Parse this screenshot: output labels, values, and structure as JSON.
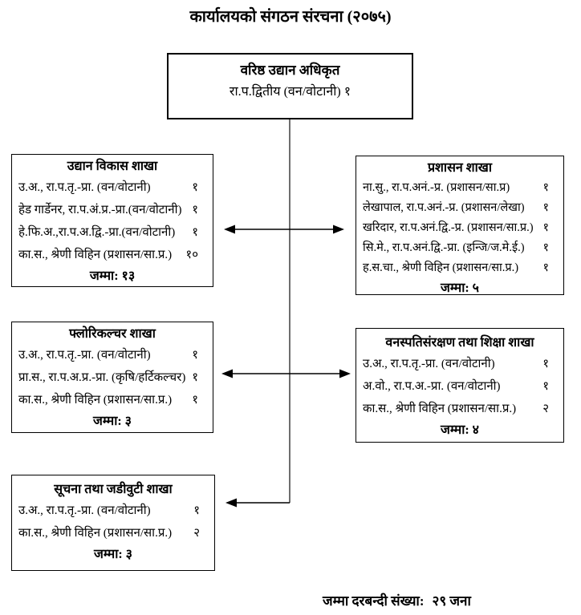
{
  "page": {
    "title": "कार्यालयको संगठन संरचना (२०७५)"
  },
  "root_box": {
    "title": "वरिष्ठ उद्यान अधिकृत",
    "detail": "रा.प.द्वितीय  (वन/वोटानी)  १"
  },
  "branches": [
    {
      "title": "उद्यान विकास शाखा",
      "rows": [
        {
          "label": "उ.अ.,  रा.प.तृ.-प्रा.  (वन/वोटानी)",
          "count": "१"
        },
        {
          "label": "हेड गार्डेनर, रा.प.अं.प्र.-प्रा.(वन/वोटानी)",
          "count": "१"
        },
        {
          "label": "हे.फि.अ.,रा.प.अ.द्वि.-प्रा.(वन/वोटानी)",
          "count": "१"
        },
        {
          "label": "का.स., श्रेणी विहिन (प्रशासन/सा.प्र.)",
          "count": "१०"
        }
      ],
      "total": "जम्मा: १३"
    },
    {
      "title": "प्रशासन शाखा",
      "rows": [
        {
          "label": "ना.सु.,  रा.प.अनं.-प्र.  (प्रशासन/सा.प्र)",
          "count": "१"
        },
        {
          "label": "लेखापाल, रा.प.अनं.-प्र.  (प्रशासन/लेखा)",
          "count": "१"
        },
        {
          "label": "खरिदार, रा.प.अनं.द्वि.-प्र.  (प्रशासन/सा.प्र.)",
          "count": "१"
        },
        {
          "label": "सि.मे.,  रा.प.अनं.द्वि.-प्रा.  (इन्जि/ज.मे.ई.)",
          "count": "१"
        },
        {
          "label": "ह.स.चा., श्रेणी विहिन  (प्रशासन/सा.प्र.)",
          "count": "१"
        }
      ],
      "total": "जम्मा: ५"
    },
    {
      "title": "फ्लोरिकल्चर शाखा",
      "rows": [
        {
          "label": "उ.अ., रा.प.तृ.-प्रा.  (वन/वोटानी)",
          "count": "१"
        },
        {
          "label": "प्रा.स., रा.प.अ.प्र.-प्रा.  (कृषि/हर्टिकल्चर)",
          "count": "१"
        },
        {
          "label": "का.स., श्रेणी विहिन  (प्रशासन/सा.प्र.)",
          "count": "१"
        }
      ],
      "total": "जम्मा: ३"
    },
    {
      "title": "वनस्पतिसंरक्षण तथा शिक्षा शाखा",
      "rows": [
        {
          "label": "उ.अ., रा.प.तृ.-प्रा.  (वन/वोटानी)",
          "count": "१"
        },
        {
          "label": "अ.वो., रा.प.अ.-प्रा.  (वन/वोटानी)",
          "count": "१"
        },
        {
          "label": "का.स., श्रेणी विहिन  (प्रशासन/सा.प्र.)",
          "count": "२"
        }
      ],
      "total": "जम्मा: ४"
    },
    {
      "title": "सूचना तथा जडीवुटी शाखा",
      "rows": [
        {
          "label": "उ.अ., रा.प.तृ.-प्रा.  (वन/वोटानी)",
          "count": "१"
        },
        {
          "label": "का.स., श्रेणी विहिन (प्रशासन/सा.प्र.)",
          "count": "२"
        }
      ],
      "total": "जम्मा: ३"
    }
  ],
  "footer": {
    "label": "जम्मा दरबन्दी संख्या:",
    "value": "२९ जना"
  },
  "colors": {
    "border": "#000000",
    "connector": "#3f3f3f",
    "arrow": "#000000",
    "background": "#ffffff",
    "text": "#000000"
  }
}
